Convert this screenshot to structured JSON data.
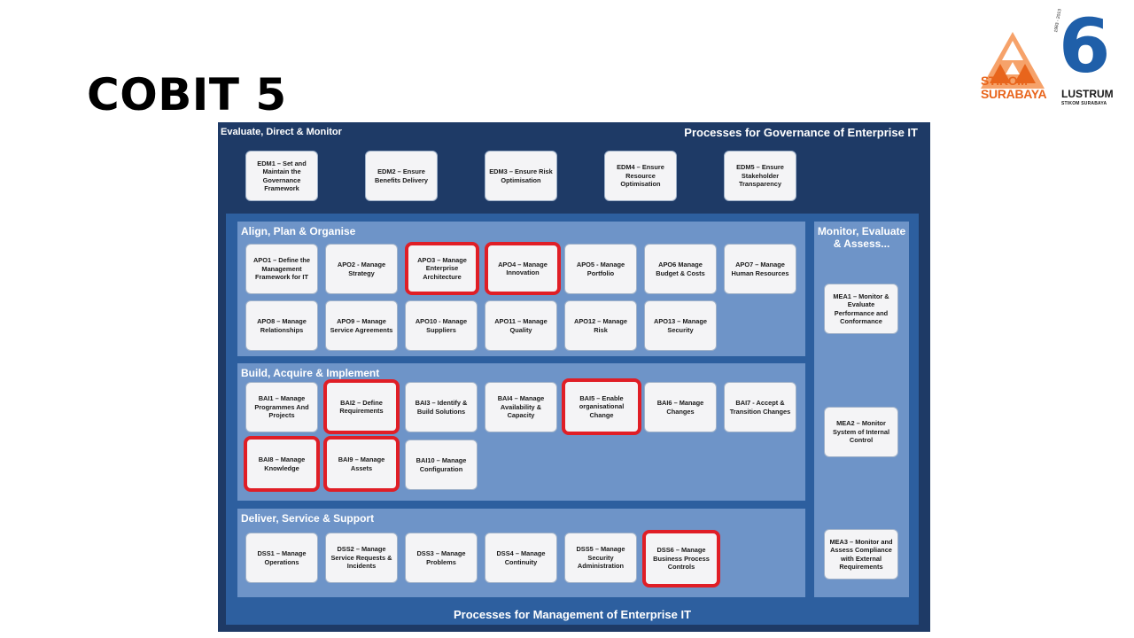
{
  "title": "COBIT 5",
  "logo": {
    "name_line1": "STIKOM",
    "name_line2": "SURABAYA",
    "lustrum_number": "6",
    "lustrum_label": "LUSTRUM",
    "lustrum_sub": "STIKOM SURABAYA",
    "years": "1983 - 2013"
  },
  "diagram": {
    "governance_domain": "Evaluate, Direct & Monitor",
    "governance_header": "Processes for Governance of Enterprise IT",
    "management_footer": "Processes for Management of Enterprise IT",
    "highlight_color": "#e01e26",
    "edm": [
      "EDM1 – Set and Maintain the Governance Framework",
      "EDM2 – Ensure Benefits Delivery",
      "EDM3 – Ensure Risk Optimisation",
      "EDM4 – Ensure Resource Optimisation",
      "EDM5 – Ensure Stakeholder Transparency"
    ],
    "apo": {
      "title": "Align, Plan & Organise",
      "row1": [
        "APO1 – Define the Management Framework for IT",
        "APO2 - Manage Strategy",
        "APO3 – Manage Enterprise Architecture",
        "APO4 – Manage Innovation",
        "APO5 - Manage Portfolio",
        "APO6 Manage Budget & Costs",
        "APO7 – Manage Human Resources"
      ],
      "row2": [
        "APO8 – Manage Relationships",
        "APO9 – Manage Service Agreements",
        "APO10 - Manage Suppliers",
        "APO11 – Manage Quality",
        "APO12 – Manage Risk",
        "APO13 – Manage Security"
      ]
    },
    "bai": {
      "title": "Build, Acquire & Implement",
      "row1": [
        "BAI1 – Manage Programmes And Projects",
        "BAI2 – Define Requirements",
        "BAI3 – Identify & Build Solutions",
        "BAI4 – Manage Availability & Capacity",
        "BAI5 – Enable organisational Change",
        "BAI6 – Manage Changes",
        "BAI7 - Accept & Transition Changes"
      ],
      "row2": [
        "BAI8 – Manage Knowledge",
        "BAI9 – Manage Assets",
        "BAI10 – Manage Configuration"
      ]
    },
    "dss": {
      "title": "Deliver, Service & Support",
      "row1": [
        "DSS1 – Manage Operations",
        "DSS2 – Manage Service Requests & Incidents",
        "DSS3 – Manage Problems",
        "DSS4 – Manage Continuity",
        "DSS5 – Manage Security Administration",
        "DSS6 – Manage Business Process Controls"
      ]
    },
    "mea": {
      "title": "Monitor, Evaluate & Assess...",
      "items": [
        "MEA1 – Monitor & Evaluate Performance and Conformance",
        "MEA2 – Monitor System of Internal Control",
        "MEA3 – Monitor and Assess Compliance with External Requirements"
      ]
    }
  }
}
